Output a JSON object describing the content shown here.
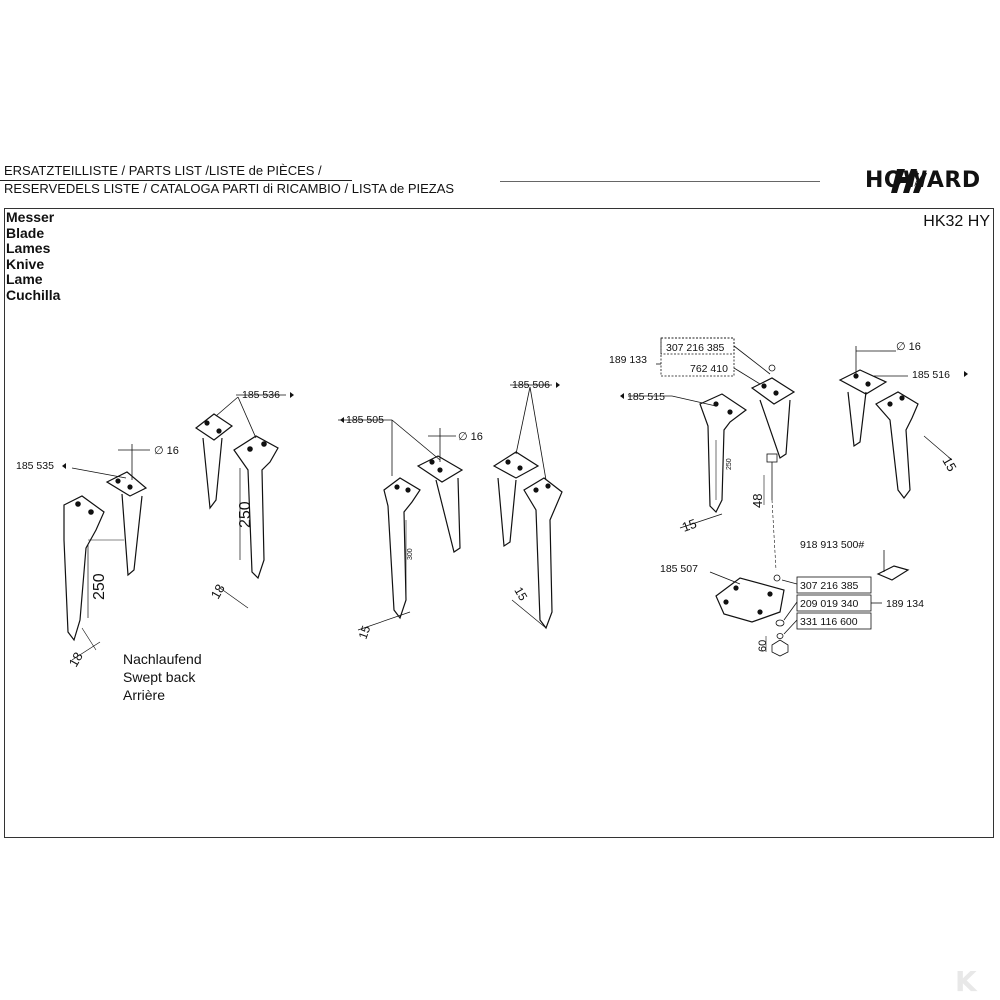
{
  "header": {
    "line1": "ERSATZTEILLISTE / PARTS LIST /LISTE de PIÈCES /",
    "line2": "RESERVEDELS LISTE / CATALOGA PARTI di RICAMBIO / LISTA de PIEZAS"
  },
  "brand": {
    "name": "HOWARD",
    "icon": "howard-logo-icon"
  },
  "model": "HK32 HY",
  "part_names": [
    "Messer",
    "Blade",
    "Lames",
    "Knive",
    "Lame",
    "Cuchilla"
  ],
  "note": [
    "Nachlaufend",
    "Swept back",
    "Arrière"
  ],
  "labels": {
    "p185535": "185 535",
    "p185536": "185 536",
    "p185505": "185 505",
    "p185506": "185 506",
    "p189133": "189 133",
    "p307216385_top": "307 216 385",
    "p762410": "762 410",
    "p185515": "185 515",
    "p185516": "185 516",
    "p918913500": "918 913 500#",
    "p185507": "185 507",
    "p307216385_bot": "307 216 385",
    "p209019340": "209 019 340",
    "p331116600": "331 116 600",
    "p189134": "189 134"
  },
  "dimensions": {
    "dia16_a": "∅ 16",
    "dia16_b": "∅ 16",
    "dia16_c": "∅ 16",
    "d250_a": "250",
    "d250_b": "250",
    "d18_a": "18",
    "d18_b": "18",
    "d300": "300",
    "d15_a": "15",
    "d15_b": "15",
    "d250_c": "250",
    "d15_c": "15",
    "d48": "48",
    "d15_d": "15",
    "d60": "60"
  },
  "watermark": "K"
}
